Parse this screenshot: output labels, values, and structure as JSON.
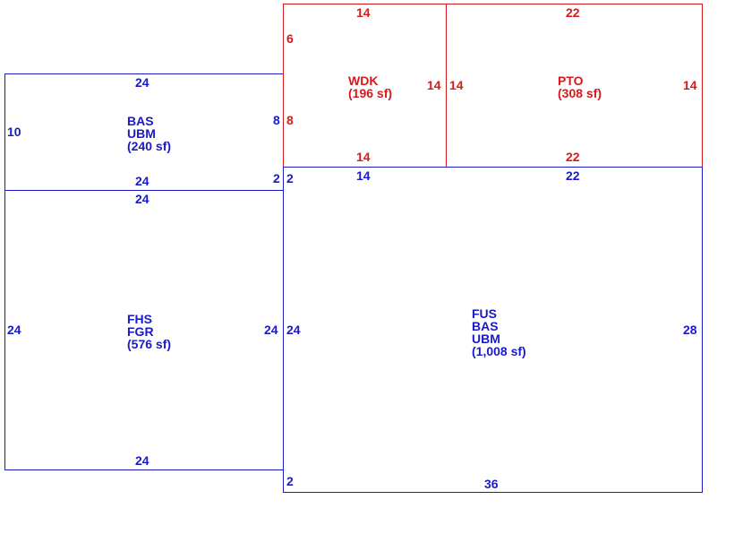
{
  "colors": {
    "main": "#1a1ac8",
    "addition": "#d61a1a"
  },
  "areas": {
    "bas_left": {
      "codes": [
        "BAS",
        "UBM"
      ],
      "size": "(240 sf)",
      "dims": {
        "top": "24",
        "bottom": "24",
        "left": "10",
        "right": "8"
      }
    },
    "fhs": {
      "codes": [
        "FHS",
        "FGR"
      ],
      "size": "(576 sf)",
      "dims": {
        "top": "24",
        "bottom": "24",
        "left": "24",
        "right": "24"
      }
    },
    "wdk": {
      "codes": [
        "WDK"
      ],
      "size": "(196 sf)",
      "dims": {
        "top": "14",
        "bottom": "14",
        "left_upper": "6",
        "left_lower": "8",
        "right": "14"
      }
    },
    "pto": {
      "codes": [
        "PTO"
      ],
      "size": "(308 sf)",
      "dims": {
        "top": "22",
        "bottom": "22",
        "left": "14",
        "right": "14"
      }
    },
    "fus": {
      "codes": [
        "FUS",
        "BAS",
        "UBM"
      ],
      "size": "(1,008 sf)",
      "dims": {
        "top_left": "14",
        "top_right": "22",
        "bottom": "36",
        "left": "24",
        "right": "28",
        "notch_outer": "2",
        "notch_inner": "2",
        "notch_bottom": "2"
      }
    }
  }
}
